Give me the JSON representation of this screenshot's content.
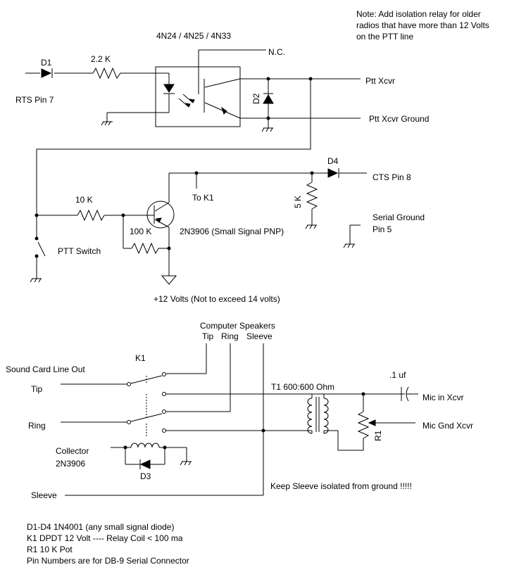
{
  "note": {
    "line1": "Note: Add isolation relay for older",
    "line2": "radios that have more than 12 Volts",
    "line3": "on the PTT line"
  },
  "labels": {
    "d1": "D1",
    "r_22k": "2.2 K",
    "rts_pin": "RTS Pin 7",
    "opto_part": "4N24 / 4N25 / 4N33",
    "nc": "N.C.",
    "d2": "D2",
    "ptt_xcvr": "Ptt Xcvr",
    "ptt_xcvr_ground": "Ptt Xcvr Ground",
    "d4": "D4",
    "cts_pin": "CTS Pin 8",
    "r_10k": "10 K",
    "to_k1": "To K1",
    "r_5k": "5 K",
    "serial_ground": "Serial Ground",
    "serial_pin5": "Pin 5",
    "r_100k": "100 K",
    "transistor": "2N3906  (Small Signal PNP)",
    "ptt_switch": "PTT Switch",
    "supply": "+12 Volts (Not to exceed 14 volts)",
    "speakers_title": "Computer Speakers",
    "spk_tip": "Tip",
    "spk_ring": "Ring",
    "spk_sleeve": "Sleeve",
    "k1": "K1",
    "sound_card": "Sound Card Line Out",
    "tip": "Tip",
    "ring": "Ring",
    "transformer": "T1 600:600 Ohm",
    "cap": ".1 uf",
    "mic_in": "Mic in Xcvr",
    "mic_gnd": "Mic Gnd Xcvr",
    "r1": "R1",
    "collector_1": "Collector",
    "collector_2": "2N3906",
    "d3": "D3",
    "sleeve": "Sleeve",
    "keep_sleeve": "Keep Sleeve isolated from ground !!!!!"
  },
  "parts_list": {
    "line1": "D1-D4  1N4001  (any small signal diode)",
    "line2": "K1 DPDT 12 Volt ----    Relay Coil < 100 ma",
    "line3": "R1 10 K Pot",
    "line4": "Pin Numbers are for DB-9 Serial Connector"
  }
}
